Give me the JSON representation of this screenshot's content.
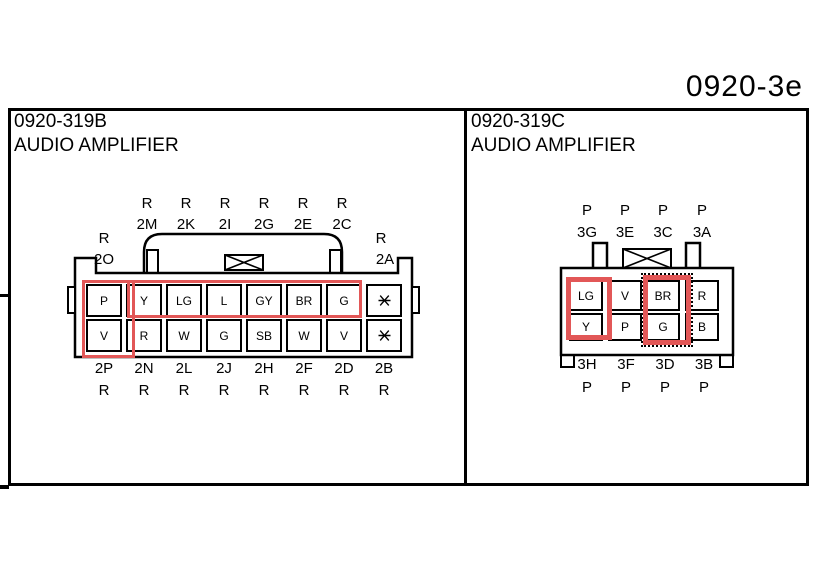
{
  "page_code": "0920-3e",
  "colors": {
    "highlight_red": "#e25757",
    "line_black": "#000000"
  },
  "icons": {
    "unused_pin": "asterisk-icon",
    "keyway": "crossed-box-icon"
  },
  "panels": [
    {
      "code": "0920-319B",
      "name": "AUDIO AMPLIFIER",
      "connector": {
        "outer_top_left": {
          "wire": "R",
          "pin": "2O"
        },
        "outer_top_right": {
          "wire": "R",
          "pin": "2A"
        },
        "top_pins": [
          {
            "wire": "R",
            "pin": "2M"
          },
          {
            "wire": "R",
            "pin": "2K"
          },
          {
            "wire": "R",
            "pin": "2I"
          },
          {
            "wire": "R",
            "pin": "2G"
          },
          {
            "wire": "R",
            "pin": "2E"
          },
          {
            "wire": "R",
            "pin": "2C"
          }
        ],
        "cells_top": [
          "P",
          "Y",
          "LG",
          "L",
          "GY",
          "BR",
          "G",
          "*"
        ],
        "cells_bottom": [
          "V",
          "R",
          "W",
          "G",
          "SB",
          "W",
          "V",
          "*"
        ],
        "bottom_pins": [
          {
            "pin": "2P",
            "wire": "R"
          },
          {
            "pin": "2N",
            "wire": "R"
          },
          {
            "pin": "2L",
            "wire": "R"
          },
          {
            "pin": "2J",
            "wire": "R"
          },
          {
            "pin": "2H",
            "wire": "R"
          },
          {
            "pin": "2F",
            "wire": "R"
          },
          {
            "pin": "2D",
            "wire": "R"
          },
          {
            "pin": "2B",
            "wire": "R"
          }
        ]
      }
    },
    {
      "code": "0920-319C",
      "name": "AUDIO AMPLIFIER",
      "connector": {
        "top_pins": [
          {
            "wire": "P",
            "pin": "3G"
          },
          {
            "wire": "P",
            "pin": "3E"
          },
          {
            "wire": "P",
            "pin": "3C"
          },
          {
            "wire": "P",
            "pin": "3A"
          }
        ],
        "cells_top": [
          "LG",
          "V",
          "BR",
          "R"
        ],
        "cells_bottom": [
          "Y",
          "P",
          "G",
          "B"
        ],
        "bottom_pins": [
          {
            "pin": "3H",
            "wire": "P"
          },
          {
            "pin": "3F",
            "wire": "P"
          },
          {
            "pin": "3D",
            "wire": "P"
          },
          {
            "pin": "3B",
            "wire": "P"
          }
        ]
      }
    }
  ]
}
